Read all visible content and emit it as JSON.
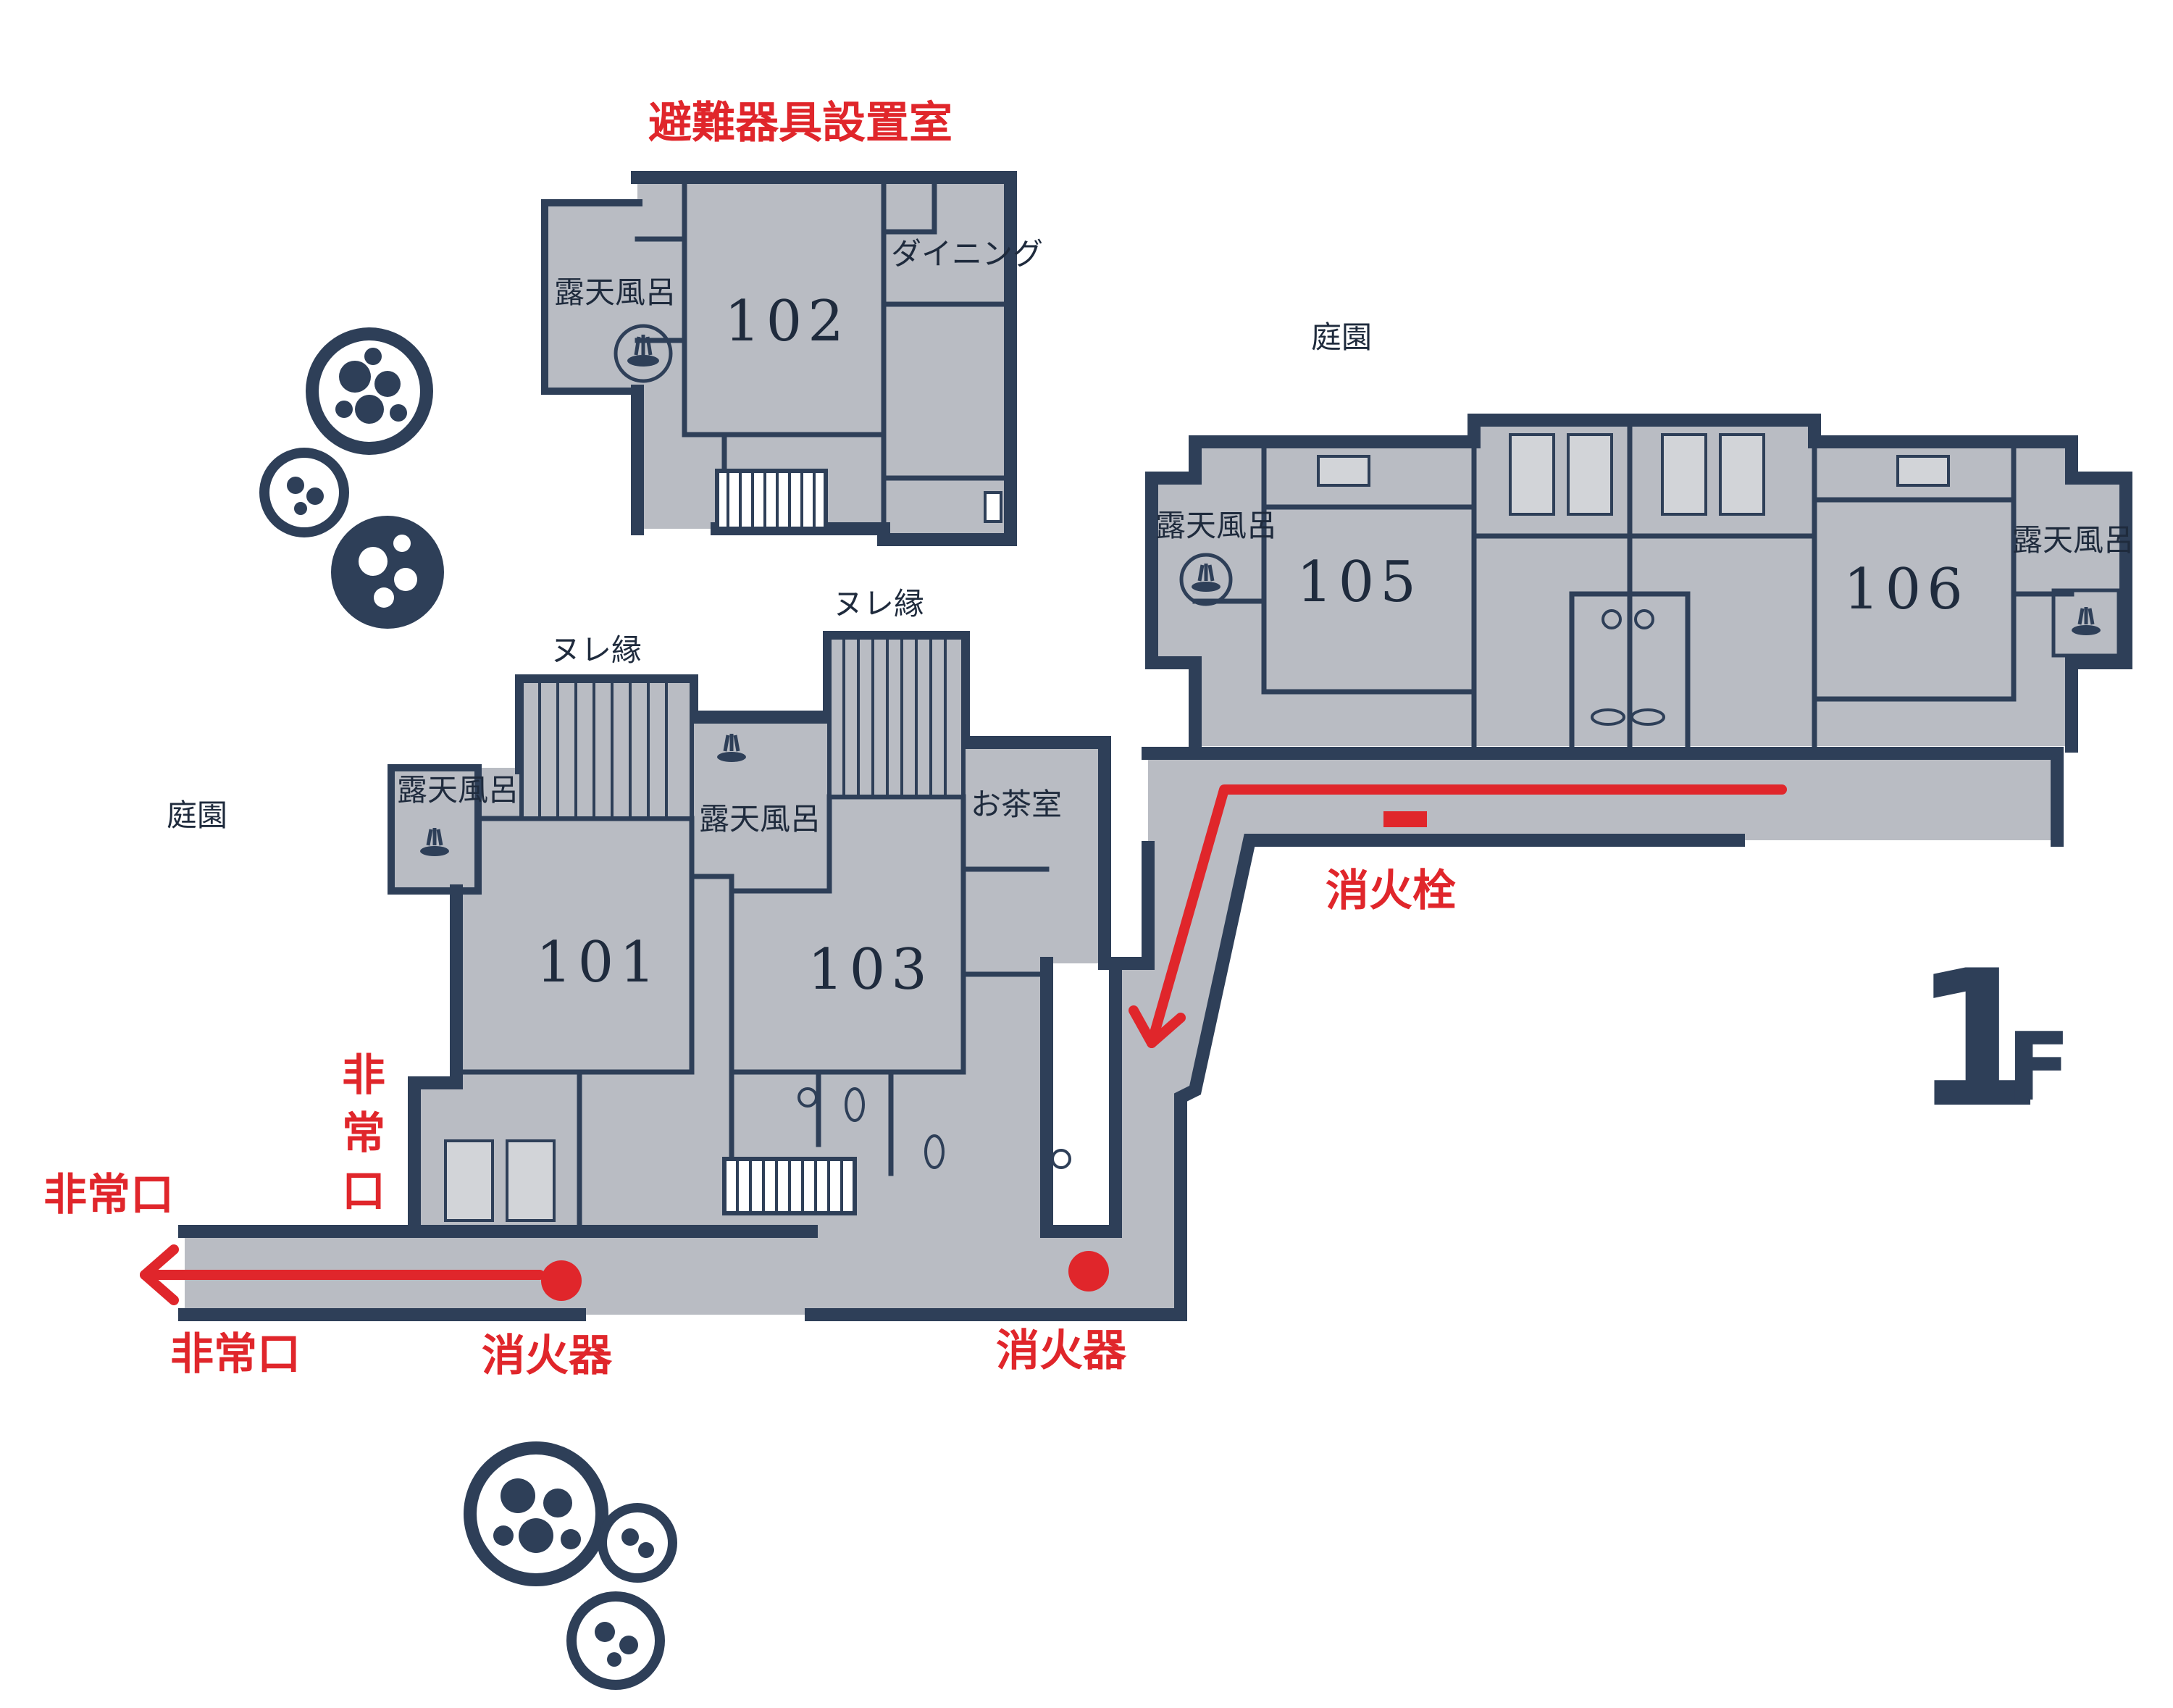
{
  "title": "避難器具設置室",
  "floor": {
    "number": "1",
    "suffix": "F"
  },
  "rooms": {
    "r101": "101",
    "r102": "102",
    "r103": "103",
    "r105": "105",
    "r106": "106"
  },
  "areas": {
    "dining": "ダイニング",
    "tea_room": "お茶室",
    "nure_en_1": "ヌレ縁",
    "nure_en_2": "ヌレ縁",
    "bath_102": "露天風呂",
    "bath_101": "露天風呂",
    "bath_103": "露天風呂",
    "bath_105": "露天風呂",
    "bath_106": "露天風呂",
    "garden_left": "庭園",
    "garden_top": "庭園"
  },
  "safety": {
    "hydrant": "消火栓",
    "extinguisher_1": "消火器",
    "extinguisher_2": "消火器",
    "exit_top": "非常口",
    "exit_bottom": "非常口",
    "exit_vertical": [
      "非",
      "常",
      "口"
    ]
  },
  "colors": {
    "wall": "#2e3f58",
    "floor": "#b9bcc3",
    "route": "#e0262b",
    "text": "#1f2b3d"
  },
  "icons": [
    "hot-spring-icon",
    "tree-icon",
    "bed-icon",
    "toilet-icon",
    "stairs-icon"
  ]
}
